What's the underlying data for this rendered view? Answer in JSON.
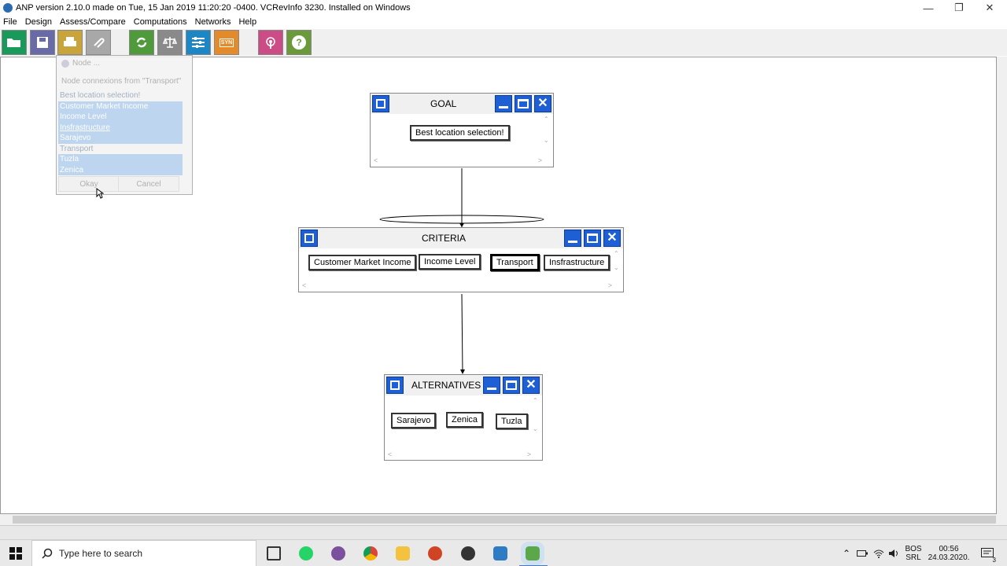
{
  "titlebar": {
    "title": "ANP version 2.10.0 made on Tue, 15 Jan 2019 11:20:20 -0400.  VCRevInfo 3230.  Installed on Windows"
  },
  "menu": [
    "File",
    "Design",
    "Assess/Compare",
    "Computations",
    "Networks",
    "Help"
  ],
  "toolbar": {
    "syn_label": "SYN",
    "help_label": "?"
  },
  "dialog": {
    "title": "Node ...",
    "subtitle": "Node connexions from \"Transport\"",
    "items": [
      {
        "label": "Best location selection!",
        "selected": false
      },
      {
        "label": "Customer Market Income",
        "selected": true
      },
      {
        "label": "Income Level",
        "selected": true
      },
      {
        "label": "Insfrastructure",
        "selected": true
      },
      {
        "label": "Sarajevo",
        "selected": true
      },
      {
        "label": "Transport",
        "selected": false
      },
      {
        "label": "Tuzla",
        "selected": true
      },
      {
        "label": "Zenica",
        "selected": true
      }
    ],
    "ok_label": "Okay",
    "cancel_label": "Cancel"
  },
  "clusters": {
    "goal": {
      "name": "GOAL",
      "nodes": [
        "Best location selection!"
      ]
    },
    "criteria": {
      "name": "CRITERIA",
      "nodes": [
        "Customer Market Income",
        "Income Level",
        "Transport",
        "Insfrastructure"
      ],
      "selected_node": "Transport"
    },
    "alternatives": {
      "name": "ALTERNATIVES",
      "nodes": [
        "Sarajevo",
        "Zenica",
        "Tuzla"
      ]
    }
  },
  "taskbar": {
    "search_placeholder": "Type here to search",
    "lang1": "BOS",
    "lang2": "SRL",
    "time": "00:56",
    "date": "24.03.2020.",
    "notifications": "3"
  },
  "colors": {
    "cluster_button": "#1e5fd6",
    "selection": "#b9d2ee"
  }
}
